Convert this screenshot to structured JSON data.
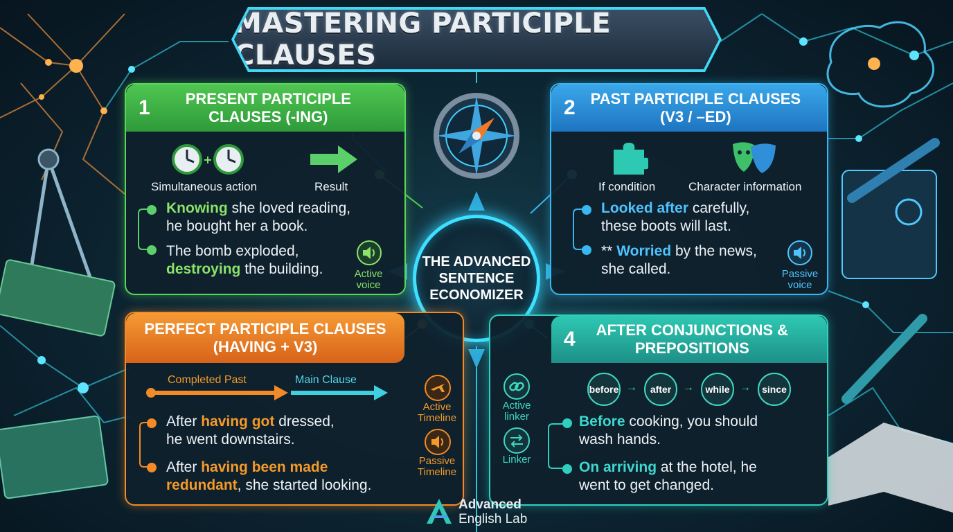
{
  "title": "MASTERING PARTICIPLE CLAUSES",
  "center": {
    "label": "THE ADVANCED SENTENCE ECONOMIZER"
  },
  "section1": {
    "number": "1",
    "heading": "PRESENT PARTICIPLE CLAUSES (-ING)",
    "icon_left_label": "Simultaneous action",
    "icon_right_label": "Result",
    "example1": {
      "highlight": "Knowing",
      "rest_line1": " she loved reading,",
      "line2": "he bought her a book."
    },
    "example2": {
      "line1": "The bomb exploded,",
      "highlight": "destroying",
      "rest_line2": " the building."
    },
    "voice_label_1": "Active",
    "voice_label_2": "voice",
    "icons": [
      "clock-icon",
      "plus-icon",
      "clock-icon",
      "arrow-right-icon",
      "speaker-icon"
    ]
  },
  "section2": {
    "number": "2",
    "heading": "PAST PARTICIPLE CLAUSES (V3 / –ED)",
    "icon_left_label": "If condition",
    "icon_right_label": "Character information",
    "example1": {
      "highlight": "Looked after",
      "rest_line1": " carefully,",
      "line2": "these boots will last."
    },
    "example2": {
      "prefix": "** ",
      "highlight": "Worried",
      "rest_line1": " by the news,",
      "line2": "she called."
    },
    "voice_label_1": "Passive",
    "voice_label_2": "voice",
    "icons": [
      "puzzle-icon",
      "theater-mask-icon",
      "speaker-icon"
    ]
  },
  "section3": {
    "heading": "PERFECT PARTICIPLE CLAUSES (HAVING + V3)",
    "timeline_left": "Completed Past",
    "timeline_right": "Main Clause",
    "example1": {
      "prefix": "After ",
      "highlight": "having got",
      "rest_line1": " dressed,",
      "line2": "he went downstairs."
    },
    "example2": {
      "prefix": "After ",
      "highlight_line1": "having been made",
      "highlight_line2": "redundant",
      "rest_line2": ", she started looking."
    },
    "active_label_1": "Active",
    "active_label_2": "Timeline",
    "passive_label_1": "Passive",
    "passive_label_2": "Timeline",
    "icons": [
      "airplane-icon",
      "speaker-icon"
    ]
  },
  "section4": {
    "number": "4",
    "heading": "AFTER CONJUNCTIONS & PREPOSITIONS",
    "words": [
      "before",
      "after",
      "while",
      "since"
    ],
    "active_linker_1": "Active",
    "active_linker_2": "linker",
    "linker": "Linker",
    "example1": {
      "highlight": "Before",
      "rest_line1": " cooking, you should",
      "line2": "wash hands."
    },
    "example2": {
      "highlight": "On arriving",
      "rest_line1": " at the hotel, he",
      "line2": "went to get changed."
    },
    "icons": [
      "chain-link-icon",
      "swap-icon"
    ]
  },
  "brand": {
    "line1": "Advanced",
    "line2": "English Lab"
  },
  "colors": {
    "section1": "#4fc651",
    "section2": "#3aa7ea",
    "section3": "#f28a27",
    "section4": "#2ec9b2",
    "center_glow": "#3fe0ff"
  }
}
